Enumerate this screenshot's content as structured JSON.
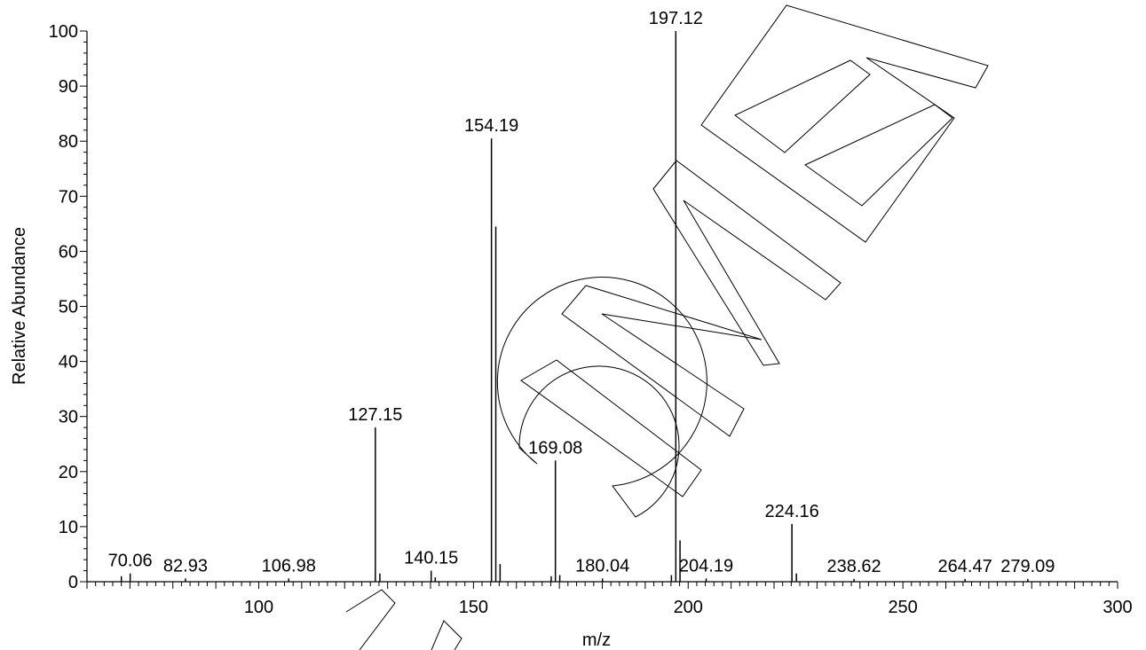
{
  "chart_data": {
    "type": "bar",
    "xlabel": "m/z",
    "ylabel": "Relative Abundance",
    "xlim": [
      60,
      300
    ],
    "ylim": [
      0,
      100
    ],
    "x_ticks": [
      100,
      150,
      200,
      250,
      300
    ],
    "y_ticks": [
      0,
      10,
      20,
      30,
      40,
      50,
      60,
      70,
      80,
      90,
      100
    ],
    "grid": false,
    "peaks": [
      {
        "mz": 68.0,
        "abundance": 1.0
      },
      {
        "mz": 70.06,
        "abundance": 1.5
      },
      {
        "mz": 82.93,
        "abundance": 0.6
      },
      {
        "mz": 106.98,
        "abundance": 0.6
      },
      {
        "mz": 127.15,
        "abundance": 28.0
      },
      {
        "mz": 128.2,
        "abundance": 1.5
      },
      {
        "mz": 140.15,
        "abundance": 2.0
      },
      {
        "mz": 141.1,
        "abundance": 0.8
      },
      {
        "mz": 154.19,
        "abundance": 80.5
      },
      {
        "mz": 155.2,
        "abundance": 64.5
      },
      {
        "mz": 156.2,
        "abundance": 3.2
      },
      {
        "mz": 168.1,
        "abundance": 1.0
      },
      {
        "mz": 169.08,
        "abundance": 22.0
      },
      {
        "mz": 170.1,
        "abundance": 1.2
      },
      {
        "mz": 180.04,
        "abundance": 0.6
      },
      {
        "mz": 196.1,
        "abundance": 1.2
      },
      {
        "mz": 197.12,
        "abundance": 100.0
      },
      {
        "mz": 198.1,
        "abundance": 7.5
      },
      {
        "mz": 204.19,
        "abundance": 0.6
      },
      {
        "mz": 224.16,
        "abundance": 10.5
      },
      {
        "mz": 225.2,
        "abundance": 1.5
      },
      {
        "mz": 238.62,
        "abundance": 0.5
      },
      {
        "mz": 264.47,
        "abundance": 0.5
      },
      {
        "mz": 279.09,
        "abundance": 0.5
      }
    ],
    "labeled_peaks": [
      {
        "mz": 70.06,
        "text": "70.06"
      },
      {
        "mz": 82.93,
        "text": "82.93"
      },
      {
        "mz": 106.98,
        "text": "106.98"
      },
      {
        "mz": 127.15,
        "text": "127.15"
      },
      {
        "mz": 140.15,
        "text": "140.15"
      },
      {
        "mz": 154.19,
        "text": "154.19"
      },
      {
        "mz": 169.08,
        "text": "169.08"
      },
      {
        "mz": 180.04,
        "text": "180.04"
      },
      {
        "mz": 197.12,
        "text": "197.12"
      },
      {
        "mz": 204.19,
        "text": "204.19"
      },
      {
        "mz": 224.16,
        "text": "224.16"
      },
      {
        "mz": 238.62,
        "text": "238.62"
      },
      {
        "mz": 264.47,
        "text": "264.47"
      },
      {
        "mz": 279.09,
        "text": "279.09"
      }
    ],
    "watermark": "CIMEI"
  }
}
